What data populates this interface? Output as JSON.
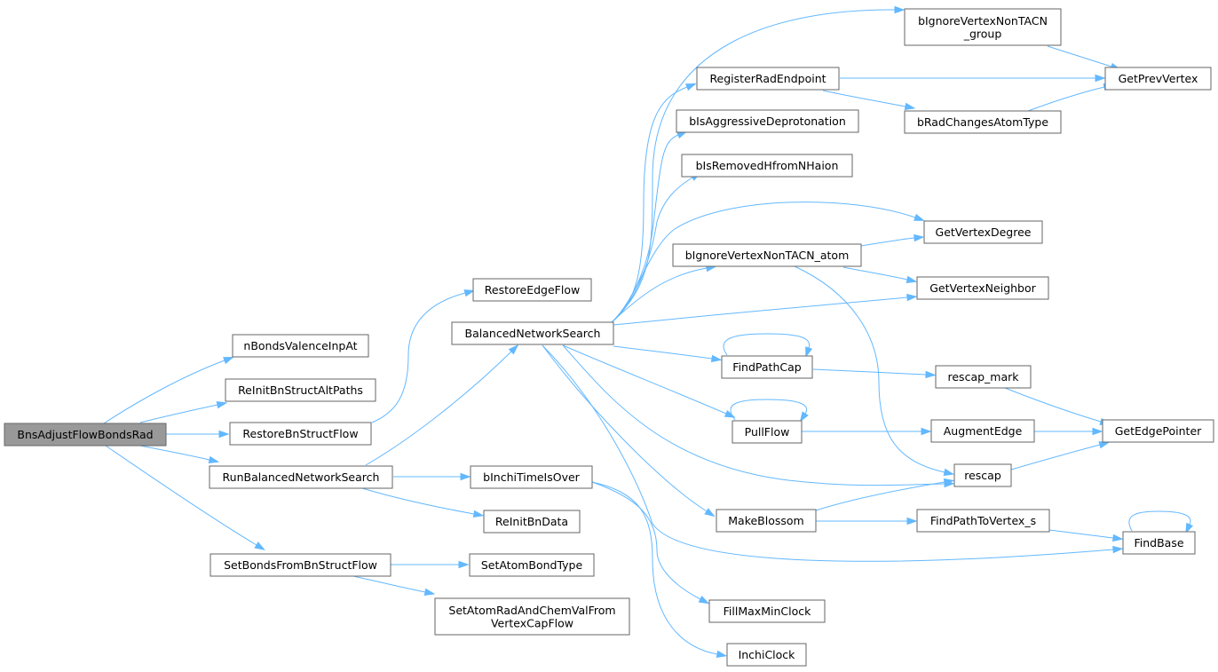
{
  "graph": {
    "edge_color": "#63b8ff",
    "node_border_color": "#666666",
    "root_fill_color": "#999999",
    "nodes": {
      "root": {
        "label": [
          "BnsAdjustFlowBondsRad"
        ],
        "root": true
      },
      "nBonds": {
        "label": [
          "nBondsValenceInpAt"
        ]
      },
      "reinitAlt": {
        "label": [
          "ReInitBnStructAltPaths"
        ]
      },
      "restoreBn": {
        "label": [
          "RestoreBnStructFlow"
        ]
      },
      "runBal": {
        "label": [
          "RunBalancedNetworkSearch"
        ]
      },
      "setBonds": {
        "label": [
          "SetBondsFromBnStructFlow"
        ]
      },
      "restoreEdge": {
        "label": [
          "RestoreEdgeFlow"
        ]
      },
      "bns": {
        "label": [
          "BalancedNetworkSearch"
        ]
      },
      "timeOver": {
        "label": [
          "bInchiTimeIsOver"
        ]
      },
      "reinitBn": {
        "label": [
          "ReInitBnData"
        ]
      },
      "setAtomBond": {
        "label": [
          "SetAtomBondType"
        ]
      },
      "setAtomRad": {
        "label": [
          "SetAtomRadAndChemValFrom",
          "VertexCapFlow"
        ]
      },
      "regRad": {
        "label": [
          "RegisterRadEndpoint"
        ]
      },
      "aggr": {
        "label": [
          "bIsAggressiveDeprotonation"
        ]
      },
      "removedH": {
        "label": [
          "bIsRemovedHfromNHaion"
        ]
      },
      "ignAtom": {
        "label": [
          "bIgnoreVertexNonTACN_atom"
        ]
      },
      "findPathCap": {
        "label": [
          "FindPathCap"
        ]
      },
      "pullFlow": {
        "label": [
          "PullFlow"
        ]
      },
      "makeBlossom": {
        "label": [
          "MakeBlossom"
        ]
      },
      "fillMax": {
        "label": [
          "FillMaxMinClock"
        ]
      },
      "inchiClock": {
        "label": [
          "InchiClock"
        ]
      },
      "ignGroup": {
        "label": [
          "bIgnoreVertexNonTACN",
          "_group"
        ]
      },
      "radChanges": {
        "label": [
          "bRadChangesAtomType"
        ]
      },
      "degree": {
        "label": [
          "GetVertexDegree"
        ]
      },
      "neighbor": {
        "label": [
          "GetVertexNeighbor"
        ]
      },
      "rescapMark": {
        "label": [
          "rescap_mark"
        ]
      },
      "augment": {
        "label": [
          "AugmentEdge"
        ]
      },
      "rescap": {
        "label": [
          "rescap"
        ]
      },
      "findPathVertex": {
        "label": [
          "FindPathToVertex_s"
        ]
      },
      "prevVertex": {
        "label": [
          "GetPrevVertex"
        ]
      },
      "edgePointer": {
        "label": [
          "GetEdgePointer"
        ]
      },
      "findBase": {
        "label": [
          "FindBase"
        ]
      }
    },
    "edges": [
      [
        "root",
        "nBonds"
      ],
      [
        "root",
        "reinitAlt"
      ],
      [
        "root",
        "restoreBn"
      ],
      [
        "root",
        "runBal"
      ],
      [
        "root",
        "setBonds"
      ],
      [
        "restoreBn",
        "restoreEdge"
      ],
      [
        "runBal",
        "bns"
      ],
      [
        "runBal",
        "timeOver"
      ],
      [
        "runBal",
        "reinitBn"
      ],
      [
        "setBonds",
        "setAtomBond"
      ],
      [
        "setBonds",
        "setAtomRad"
      ],
      [
        "bns",
        "ignGroup"
      ],
      [
        "bns",
        "regRad"
      ],
      [
        "bns",
        "aggr"
      ],
      [
        "bns",
        "removedH"
      ],
      [
        "bns",
        "degree"
      ],
      [
        "bns",
        "ignAtom"
      ],
      [
        "bns",
        "neighbor"
      ],
      [
        "bns",
        "findPathCap"
      ],
      [
        "bns",
        "pullFlow"
      ],
      [
        "bns",
        "rescap"
      ],
      [
        "bns",
        "makeBlossom"
      ],
      [
        "bns",
        "findBase"
      ],
      [
        "timeOver",
        "fillMax"
      ],
      [
        "timeOver",
        "inchiClock"
      ],
      [
        "regRad",
        "prevVertex"
      ],
      [
        "regRad",
        "radChanges"
      ],
      [
        "ignGroup",
        "prevVertex"
      ],
      [
        "radChanges",
        "prevVertex"
      ],
      [
        "ignAtom",
        "degree"
      ],
      [
        "ignAtom",
        "neighbor"
      ],
      [
        "ignAtom",
        "rescap"
      ],
      [
        "findPathCap",
        "findPathCap"
      ],
      [
        "findPathCap",
        "rescapMark"
      ],
      [
        "pullFlow",
        "pullFlow"
      ],
      [
        "pullFlow",
        "augment"
      ],
      [
        "rescapMark",
        "edgePointer"
      ],
      [
        "augment",
        "edgePointer"
      ],
      [
        "rescap",
        "edgePointer"
      ],
      [
        "makeBlossom",
        "rescap"
      ],
      [
        "makeBlossom",
        "findPathVertex"
      ],
      [
        "findPathVertex",
        "findBase"
      ],
      [
        "findBase",
        "findBase"
      ]
    ]
  }
}
